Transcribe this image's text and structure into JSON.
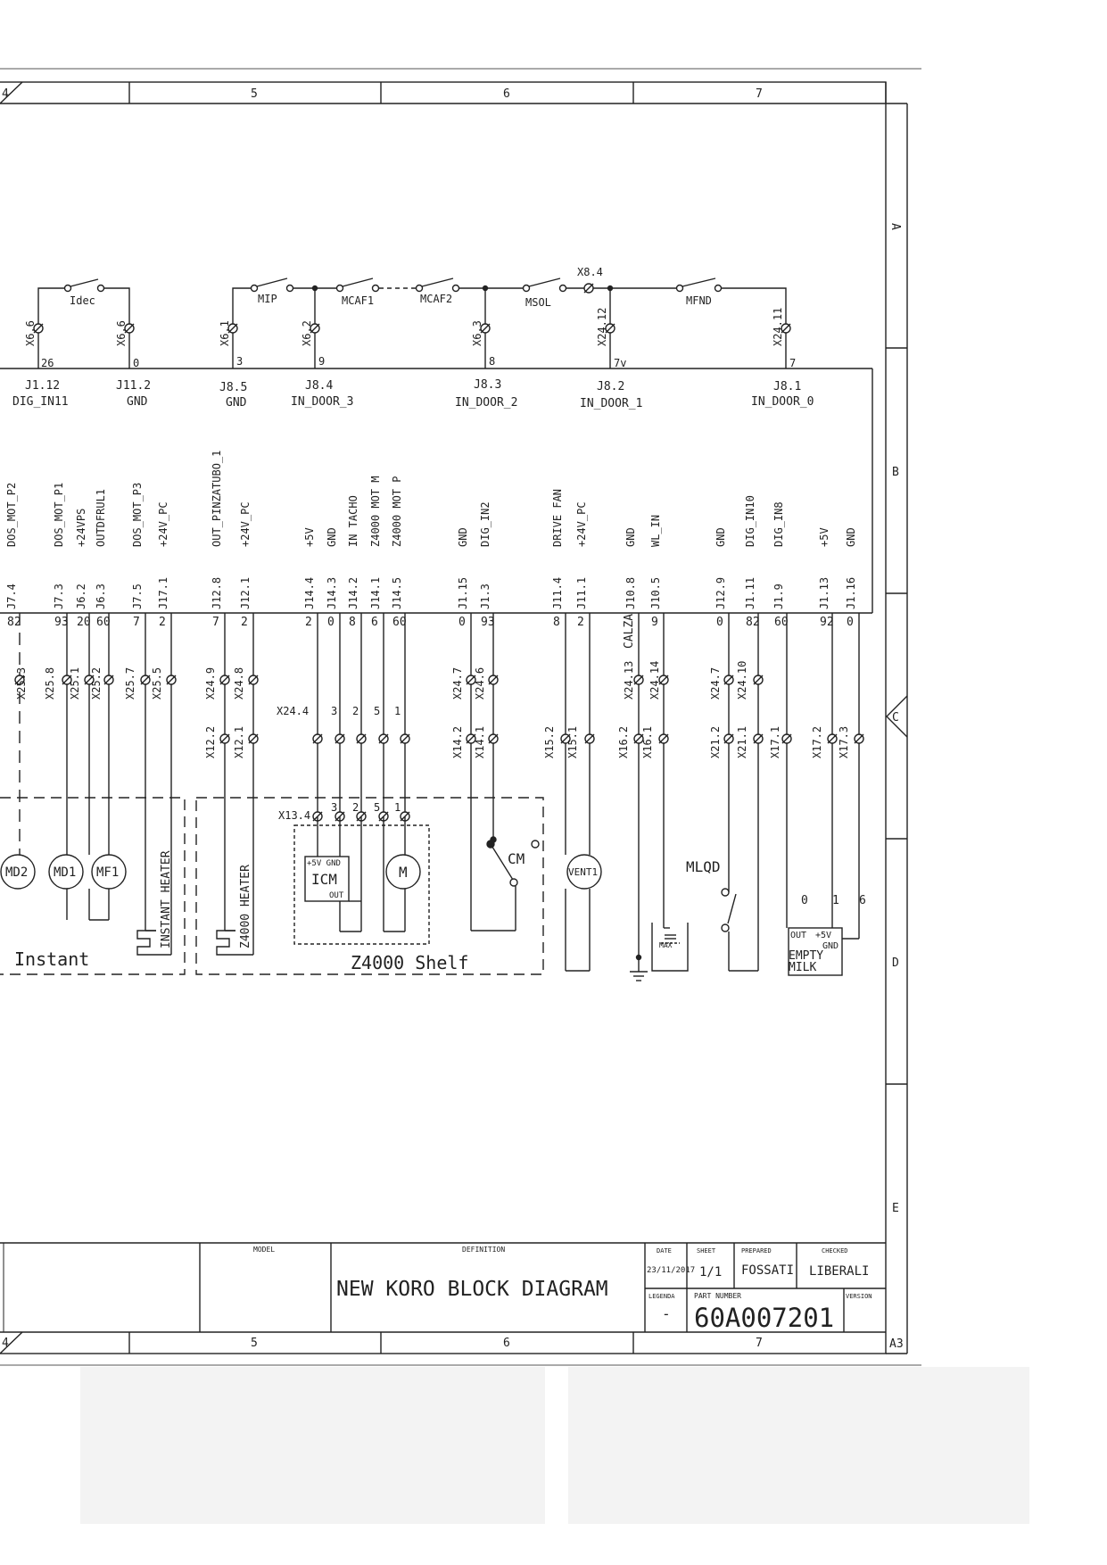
{
  "columns": [
    "5",
    "6",
    "7"
  ],
  "rows": [
    "A",
    "B",
    "C",
    "D",
    "E"
  ],
  "corner_left": "4",
  "sheet_size": "A3",
  "top_switch_row": {
    "left_switch": "Idec",
    "connectors_left": [
      "X6.6",
      "X6.6"
    ],
    "wires_left": [
      "26",
      "0"
    ],
    "switches": [
      "MIP",
      "MCAF1",
      "MCAF2",
      "MSOL",
      "MFND"
    ],
    "connectors": [
      "X6.1",
      "X6.2",
      "X6.3",
      "X24.12",
      "X24.11"
    ],
    "top_connector": "X8.4",
    "wires": [
      "3",
      "9",
      "8",
      "7v",
      "7"
    ]
  },
  "board_header": [
    {
      "pin": "J1.12",
      "name": "DIG_IN11"
    },
    {
      "pin": "J11.2",
      "name": "GND"
    },
    {
      "pin": "J8.5",
      "name": "GND"
    },
    {
      "pin": "J8.4",
      "name": "IN_DOOR_3"
    },
    {
      "pin": "J8.3",
      "name": "IN_DOOR_2"
    },
    {
      "pin": "J8.2",
      "name": "IN_DOOR_1"
    },
    {
      "pin": "J8.1",
      "name": "IN_DOOR_0"
    }
  ],
  "signals": [
    {
      "name": "DOS_MOT_P2",
      "pin": "J7.4",
      "wire": "82"
    },
    {
      "name": "DOS_MOT_P1",
      "pin": "J7.3",
      "wire": "93"
    },
    {
      "name": "+24VPS",
      "pin": "J6.2",
      "wire": "20"
    },
    {
      "name": "OUTDFRUL1",
      "pin": "J6.3",
      "wire": "60"
    },
    {
      "name": "DOS_MOT_P3",
      "pin": "J7.5",
      "wire": "7"
    },
    {
      "name": "+24V_PC",
      "pin": "J17.1",
      "wire": "2"
    },
    {
      "name": "OUT_PINZATUBO_1",
      "pin": "J12.8",
      "wire": "7"
    },
    {
      "name": "+24V_PC",
      "pin": "J12.1",
      "wire": "2"
    },
    {
      "name": "+5V",
      "pin": "J14.4",
      "wire": "2"
    },
    {
      "name": "GND",
      "pin": "J14.3",
      "wire": "0"
    },
    {
      "name": "IN TACHO",
      "pin": "J14.2",
      "wire": "8"
    },
    {
      "name": "Z4000 MOT M",
      "pin": "J14.1",
      "wire": "6"
    },
    {
      "name": "Z4000 MOT P",
      "pin": "J14.5",
      "wire": "60"
    },
    {
      "name": "GND",
      "pin": "J1.15",
      "wire": "0"
    },
    {
      "name": "DIG_IN2",
      "pin": "J1.3",
      "wire": "93"
    },
    {
      "name": "DRIVE FAN",
      "pin": "J11.4",
      "wire": "8"
    },
    {
      "name": "+24V_PC",
      "pin": "J11.1",
      "wire": "2"
    },
    {
      "name": "GND",
      "pin": "J10.8",
      "wire": "CALZA"
    },
    {
      "name": "WL_IN",
      "pin": "J10.5",
      "wire": "9"
    },
    {
      "name": "GND",
      "pin": "J12.9",
      "wire": "0"
    },
    {
      "name": "DIG_IN10",
      "pin": "J1.11",
      "wire": "82"
    },
    {
      "name": "DIG_IN8",
      "pin": "J1.9",
      "wire": "60"
    },
    {
      "name": "+5V",
      "pin": "J1.13",
      "wire": "92"
    },
    {
      "name": "GND",
      "pin": "J1.16",
      "wire": "0"
    }
  ],
  "connectors_mid": [
    "X25.3",
    "X25.8",
    "X25.1",
    "X25.2",
    "X25.7",
    "X25.5",
    "X24.9",
    "X24.8",
    "X24.7",
    "X24.6",
    "X24.13",
    "X24.14",
    "X24.7",
    "X24.10"
  ],
  "connectors_low": [
    "X12.2",
    "X12.1",
    "X24.4",
    "X14.2",
    "X14.1",
    "X15.2",
    "X15.1",
    "X16.2",
    "X16.1",
    "X21.2",
    "X21.1",
    "X17.1",
    "X17.2",
    "X17.3"
  ],
  "x24_pins": [
    "3",
    "2",
    "5",
    "1"
  ],
  "x13_label": "X13.4",
  "x13_pins": [
    "3",
    "2",
    "5",
    "1"
  ],
  "components": {
    "md2": "MD2",
    "md1": "MD1",
    "mf1": "MF1",
    "instant_heater": "INSTANT HEATER",
    "z4000_heater": "Z4000 HEATER",
    "icm": "ICM",
    "icm_pins_top": "+5V GND",
    "icm_out": "OUT",
    "motor": "M",
    "cm": "CM",
    "vent": "VENT1",
    "mlqd": "MLQD",
    "max": "MAX",
    "empty_milk": "EMPTY\nMILK",
    "empty_milk_line1": "EMPTY",
    "empty_milk_line2": "MILK",
    "em_out": "OUT",
    "em_5v": "+5V",
    "em_gnd": "GND",
    "em_wires": [
      "0",
      "1",
      "6"
    ]
  },
  "groups": {
    "instant": "Instant",
    "z4000": "Z4000 Shelf"
  },
  "title_block": {
    "model_label": "MODEL",
    "definition_label": "DEFINITION",
    "definition": "NEW KORO BLOCK DIAGRAM",
    "date_label": "DATE",
    "date": "23/11/2017",
    "sheet_label": "SHEET",
    "sheet": "1/1",
    "prepared_label": "PREPARED",
    "prepared": "FOSSATI",
    "checked_label": "CHECKED",
    "checked": "LIBERALI",
    "legend_label": "LEGENDA",
    "legend": "-",
    "part_label": "PART NUMBER",
    "part": "60A007201",
    "version_label": "VERSION"
  }
}
